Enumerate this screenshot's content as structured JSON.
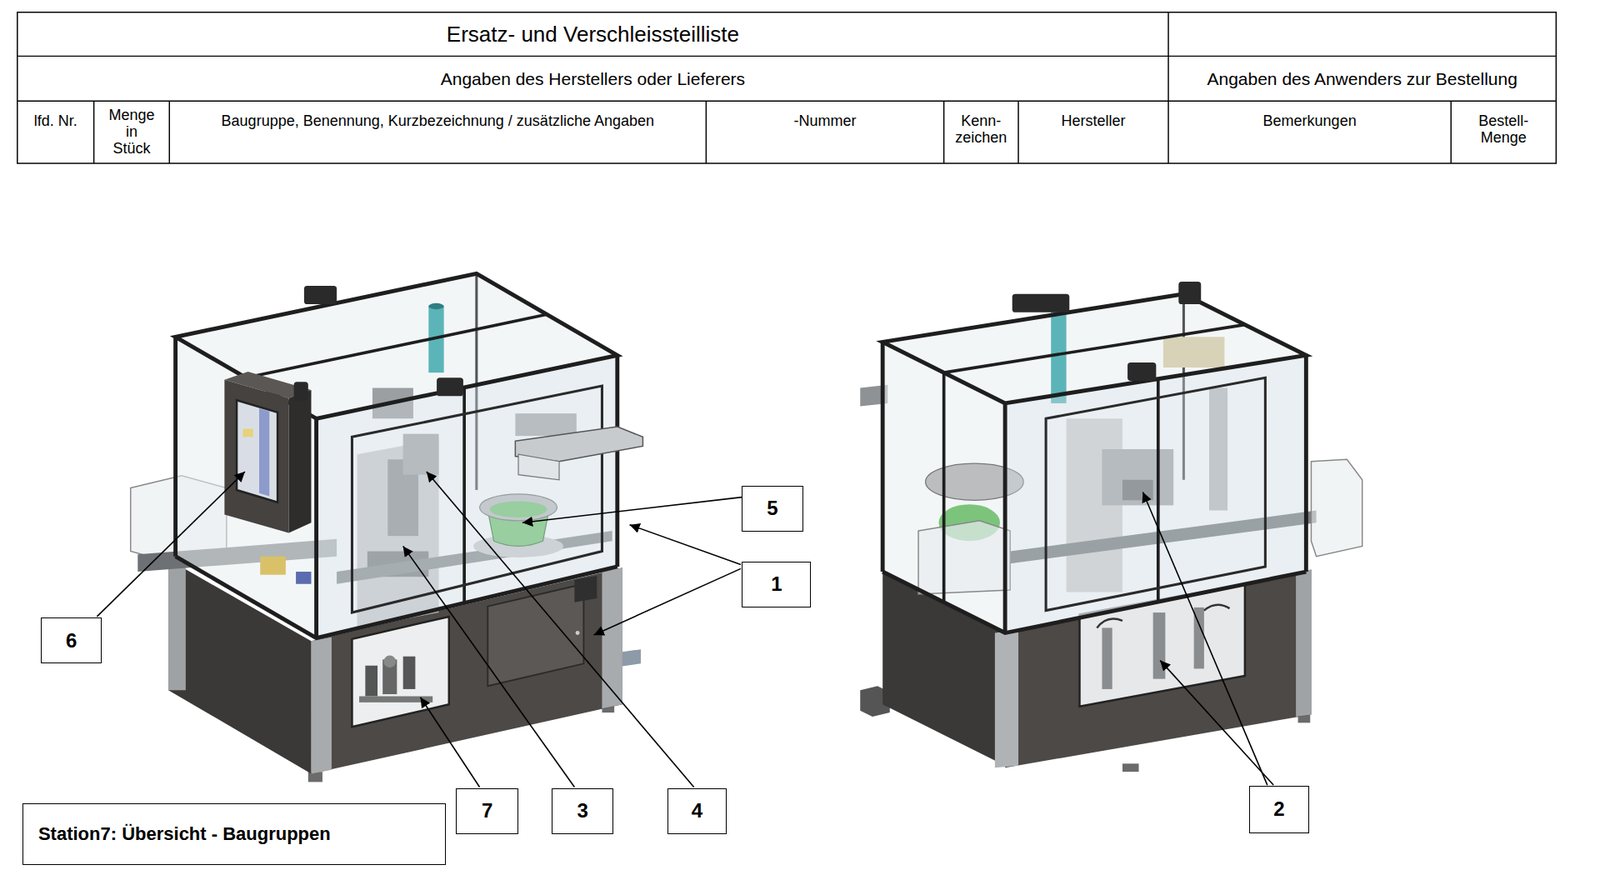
{
  "diagram": {
    "title": "Ersatz- und Verschleissteilliste",
    "nodes": [
      {
        "text": [
          "5"
        ]
      },
      {
        "text": [
          "1"
        ]
      },
      {
        "text": [
          "6"
        ]
      },
      {
        "text": [
          "7"
        ]
      },
      {
        "text": [
          "3"
        ]
      },
      {
        "text": [
          "4"
        ]
      },
      {
        "text": [
          "2"
        ]
      },
      {
        "text": [
          "Station7: Übersicht - Baugruppen"
        ]
      }
    ],
    "labels": [
      "Angaben des Herstellers oder Lieferers",
      "Angaben des Anwenders zur Bestellung",
      "lfd. Nr.",
      "Menge in Stück",
      "Baugruppe, Benennung, Kurzbezeichnung / zusätzliche Angaben",
      "-Nummer",
      "Kenn- zeichen",
      "Hersteller",
      "Bemerkungen",
      "Bestell- Menge"
    ]
  }
}
